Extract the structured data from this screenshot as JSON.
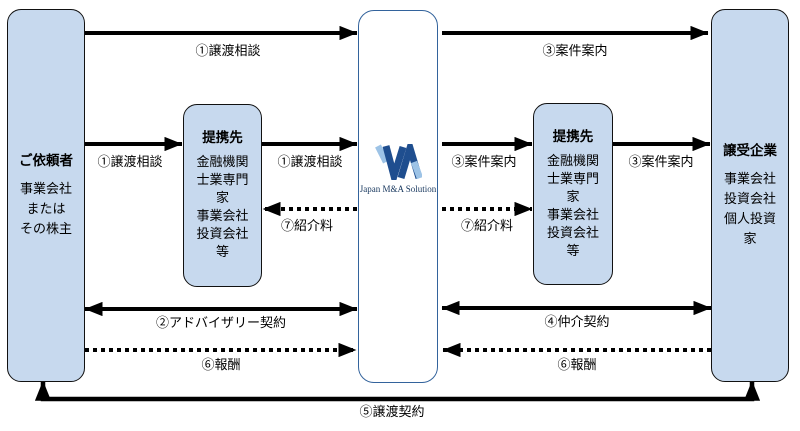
{
  "boxes": {
    "client": {
      "title": "ご依頼者",
      "body": "事業会社\nまたは\nその株主"
    },
    "partner_left": {
      "title": "提携先",
      "body": "金融機関\n士業専門\n家\n事業会社\n投資会社\n等"
    },
    "hub": {
      "logo_text": "Japan M&A Solution"
    },
    "partner_right": {
      "title": "提携先",
      "body": "金融機関\n士業専門\n家\n事業会社\n投資会社\n等"
    },
    "acquirer": {
      "title": "譲受企業",
      "body": "事業会社\n投資会社\n個人投資\n家"
    }
  },
  "arrows": {
    "transfer_top": {
      "label": "①譲渡相談",
      "from": "client",
      "to": "hub",
      "line": "solid",
      "bidirectional": false
    },
    "transfer_client_partner": {
      "label": "①譲渡相談",
      "from": "client",
      "to": "partner_left",
      "line": "solid",
      "bidirectional": false
    },
    "transfer_partner_hub": {
      "label": "①譲渡相談",
      "from": "partner_left",
      "to": "hub",
      "line": "solid",
      "bidirectional": false
    },
    "advisory": {
      "label": "②アドバイザリー契約",
      "from": "client",
      "to": "hub",
      "line": "solid",
      "bidirectional": true
    },
    "case_top": {
      "label": "③案件案内",
      "from": "hub",
      "to": "acquirer",
      "line": "solid",
      "bidirectional": false
    },
    "case_hub_partner": {
      "label": "③案件案内",
      "from": "hub",
      "to": "partner_right",
      "line": "solid",
      "bidirectional": false
    },
    "case_partner_acquirer": {
      "label": "③案件案内",
      "from": "partner_right",
      "to": "acquirer",
      "line": "solid",
      "bidirectional": false
    },
    "brokerage": {
      "label": "④仲介契約",
      "from": "hub",
      "to": "acquirer",
      "line": "solid",
      "bidirectional": true
    },
    "transfer_contract": {
      "label": "⑤譲渡契約",
      "from": "client",
      "to": "acquirer",
      "line": "solid",
      "bidirectional": true
    },
    "fee_left": {
      "label": "⑥報酬",
      "from": "client",
      "to": "hub",
      "line": "dotted",
      "bidirectional": false
    },
    "fee_right": {
      "label": "⑥報酬",
      "from": "acquirer",
      "to": "hub",
      "line": "dotted",
      "bidirectional": false
    },
    "referral_left": {
      "label": "⑦紹介料",
      "from": "hub",
      "to": "partner_left",
      "line": "dotted",
      "bidirectional": false
    },
    "referral_right": {
      "label": "⑦紹介料",
      "from": "hub",
      "to": "partner_right",
      "line": "dotted",
      "bidirectional": false
    }
  },
  "colors": {
    "box_fill": "#c7d9ee",
    "box_border": "#111111",
    "hub_border": "#33639c",
    "arrow": "#000000",
    "logo_dark": "#1f4e8f",
    "logo_light": "#9dc3e6",
    "logo_text": "#17375e"
  }
}
